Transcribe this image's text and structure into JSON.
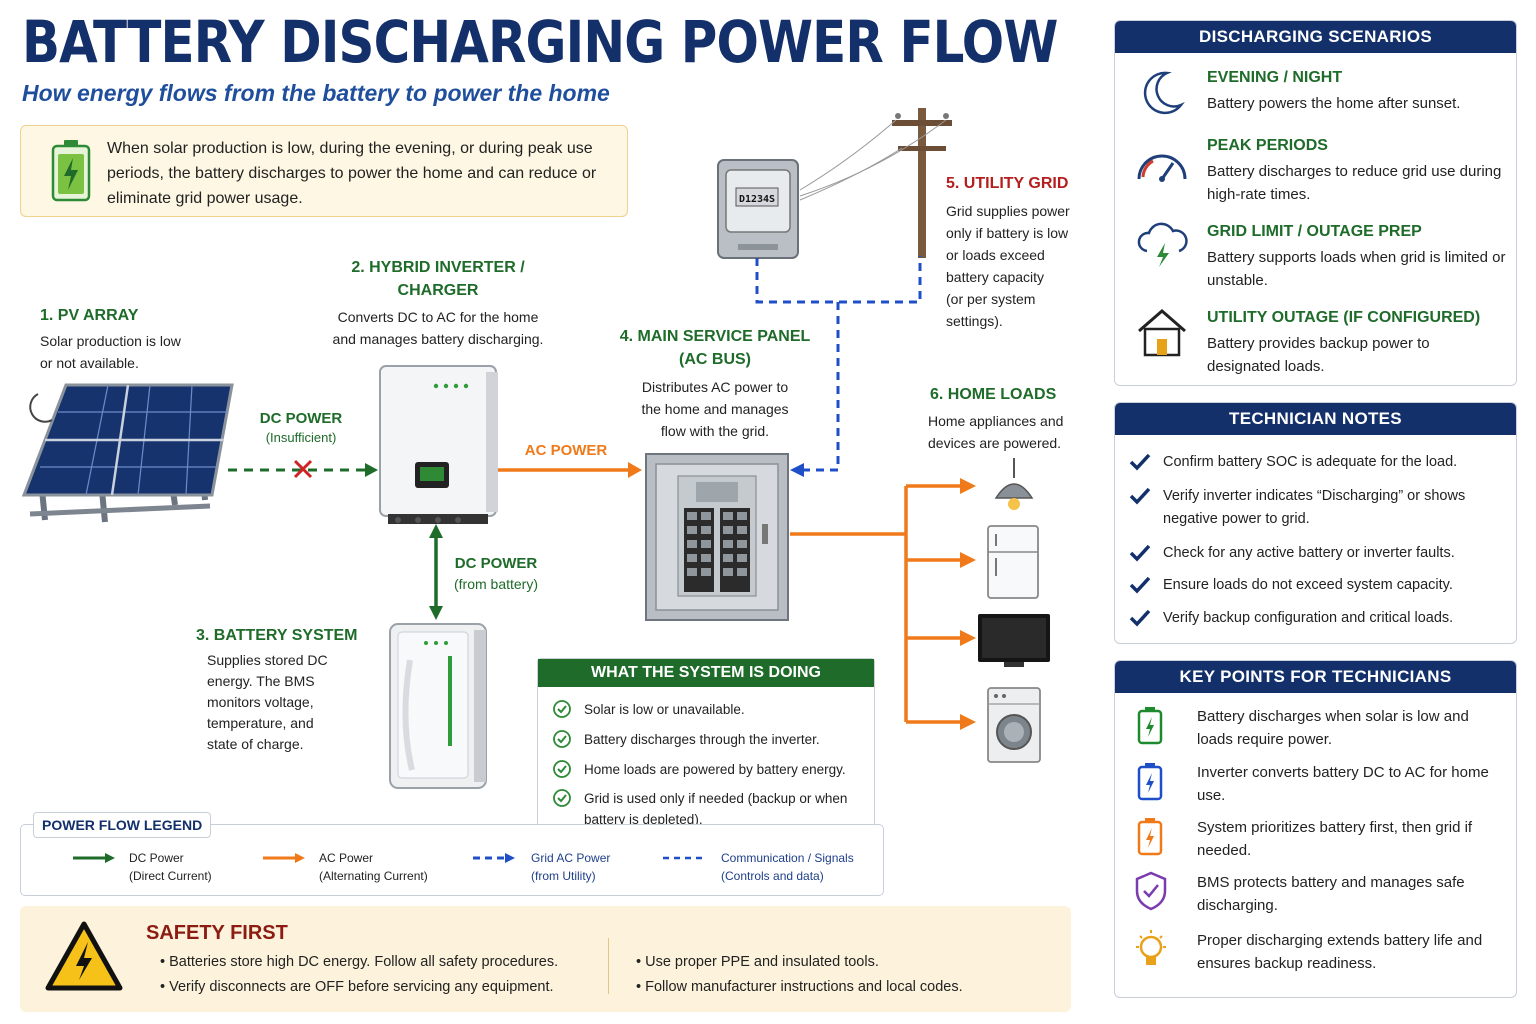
{
  "header": {
    "title": "BATTERY DISCHARGING POWER FLOW",
    "subtitle": "How energy flows from the battery to power the home"
  },
  "intro": {
    "text": "When solar production is low, during the evening, or during peak use periods, the battery discharges to power the home and can reduce or eliminate grid power usage."
  },
  "components": {
    "pv": {
      "title": "1. PV ARRAY",
      "desc_line1": "Solar production is low",
      "desc_line2": "or not available."
    },
    "inverter": {
      "title_line1": "2. HYBRID INVERTER /",
      "title_line2": "CHARGER",
      "desc_line1": "Converts DC to AC for the home",
      "desc_line2": "and manages battery discharging."
    },
    "battery": {
      "title": "3. BATTERY SYSTEM",
      "desc_lines": [
        "Supplies stored DC",
        "energy. The BMS",
        "monitors voltage,",
        "temperature, and",
        "state of charge."
      ]
    },
    "panel": {
      "title_line1": "4. MAIN SERVICE PANEL",
      "title_line2": "(AC BUS)",
      "desc_line1": "Distributes AC power to",
      "desc_line2": "the home and manages",
      "desc_line3": "flow with the grid."
    },
    "grid": {
      "title": "5. UTILITY GRID",
      "desc_lines": [
        "Grid supplies power",
        "only if battery is low",
        "or loads exceed",
        "battery capacity",
        "(or per system",
        "settings)."
      ],
      "meter_reading": "D1234S"
    },
    "loads": {
      "title": "6. HOME LOADS",
      "desc_line1": "Home appliances and",
      "desc_line2": "devices are powered."
    }
  },
  "flows": {
    "pv_dc": {
      "label": "DC POWER",
      "sub": "(Insufficient)"
    },
    "ac": {
      "label": "AC POWER"
    },
    "battery_dc": {
      "label": "DC POWER",
      "sub": "(from battery)"
    }
  },
  "doing": {
    "title": "WHAT THE SYSTEM IS DOING",
    "items": [
      "Solar is low or unavailable.",
      "Battery discharges through the inverter.",
      "Home loads are powered by battery energy.",
      "Grid is used only if needed (backup or when battery is depleted)."
    ]
  },
  "legend": {
    "title": "POWER FLOW LEGEND",
    "items": [
      {
        "label": "DC Power",
        "sub": "(Direct Current)",
        "color": "#1e6b2a"
      },
      {
        "label": "AC Power",
        "sub": "(Alternating Current)",
        "color": "#f07a1a"
      },
      {
        "label": "Grid AC Power",
        "sub": "(from Utility)",
        "color": "#1f4fc8"
      },
      {
        "label": "Communication / Signals",
        "sub": "(Controls and data)",
        "color": "#1f4fc8"
      }
    ]
  },
  "safety": {
    "title": "SAFETY FIRST",
    "left": [
      "Batteries store high DC energy. Follow all safety procedures.",
      "Verify disconnects are OFF before servicing any equipment."
    ],
    "right": [
      "Use proper PPE and insulated tools.",
      "Follow manufacturer instructions and local codes."
    ]
  },
  "scenarios": {
    "title": "DISCHARGING SCENARIOS",
    "items": [
      {
        "title": "EVENING / NIGHT",
        "desc": "Battery powers the home after sunset.",
        "icon": "moon-icon"
      },
      {
        "title": "PEAK PERIODS",
        "desc": "Battery discharges to reduce grid use during high-rate times.",
        "icon": "gauge-icon"
      },
      {
        "title": "GRID LIMIT / OUTAGE PREP",
        "desc": "Battery supports loads when grid is limited or unstable.",
        "icon": "cloud-bolt-icon"
      },
      {
        "title": "UTILITY OUTAGE (IF CONFIGURED)",
        "desc": "Battery provides backup power to designated loads.",
        "icon": "house-icon"
      }
    ]
  },
  "notes": {
    "title": "TECHNICIAN NOTES",
    "items": [
      "Confirm battery SOC is adequate for the load.",
      "Verify inverter indicates “Discharging” or shows negative power to grid.",
      "Check for any active battery or inverter faults.",
      "Ensure loads do not exceed system capacity.",
      "Verify backup configuration and critical loads."
    ]
  },
  "keypoints": {
    "title": "KEY POINTS FOR TECHNICIANS",
    "items": [
      {
        "text": "Battery discharges when solar is low and loads require power.",
        "icon": "battery-green-icon",
        "color": "#1e8a2e"
      },
      {
        "text": "Inverter converts battery DC to AC for home use.",
        "icon": "battery-blue-icon",
        "color": "#1f4fc8"
      },
      {
        "text": "System prioritizes battery first, then grid if needed.",
        "icon": "battery-orange-icon",
        "color": "#f07a1a"
      },
      {
        "text": "BMS protects battery and manages safe discharging.",
        "icon": "shield-icon",
        "color": "#7a3bb0"
      },
      {
        "text": "Proper discharging extends battery life and ensures backup readiness.",
        "icon": "lightbulb-icon",
        "color": "#e8a21a"
      }
    ]
  }
}
